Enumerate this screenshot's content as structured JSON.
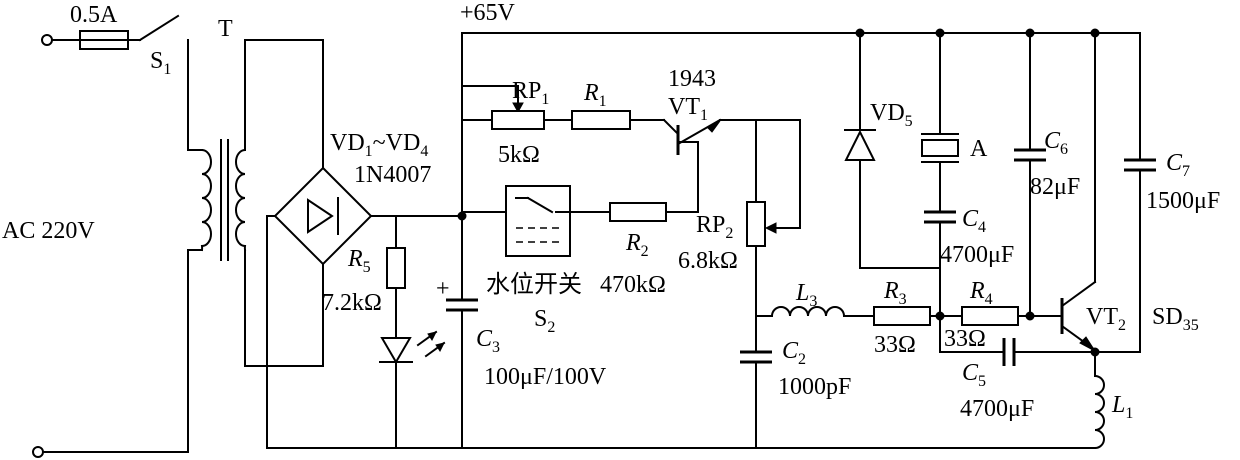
{
  "labels": {
    "fuse_rating": "0.5A",
    "s1_main": "S",
    "s1_sub": "1",
    "transformer": "T",
    "ac_input": "AC 220V",
    "supply": "+65V",
    "bridge_a_main": "VD",
    "bridge_a_sub": "1",
    "bridge_tilde": "~VD",
    "bridge_b_sub": "4",
    "bridge_part": "1N4007",
    "r5_main": "R",
    "r5_sub": "5",
    "r5_value": "7.2kΩ",
    "c3_plus": "+",
    "c3_main": "C",
    "c3_sub": "3",
    "c3_value": "100μF/100V",
    "water_switch": "水位开关",
    "r2_value": "470kΩ",
    "s2_main": "S",
    "s2_sub": "2",
    "r2_main": "R",
    "r2_sub": "2",
    "rp1_main": "RP",
    "rp1_sub": "1",
    "rp1_value": "5kΩ",
    "r1_main": "R",
    "r1_sub": "1",
    "vt1_part": "1943",
    "vt1_main": "VT",
    "vt1_sub": "1",
    "rp2_main": "RP",
    "rp2_sub": "2",
    "rp2_value": "6.8kΩ",
    "l3_main": "L",
    "l3_sub": "3",
    "c2_main": "C",
    "c2_sub": "2",
    "c2_value": "1000pF",
    "r3_main": "R",
    "r3_sub": "3",
    "r3_value": "33Ω",
    "vd5_main": "VD",
    "vd5_sub": "5",
    "meter_a": "A",
    "c4_main": "C",
    "c4_sub": "4",
    "c4_value": "4700μF",
    "r4_main": "R",
    "r4_sub": "4",
    "r4_value": "33Ω",
    "c5_main": "C",
    "c5_sub": "5",
    "c5_value": "4700μF",
    "c6_main": "C",
    "c6_sub": "6",
    "c6_value": "82μF",
    "c7_main": "C",
    "c7_sub": "7",
    "c7_value": "1500μF",
    "vt2_main": "VT",
    "vt2_sub": "2",
    "sd35_main": "SD",
    "sd35_sub": "35",
    "l1_main": "L",
    "l1_sub": "1"
  }
}
